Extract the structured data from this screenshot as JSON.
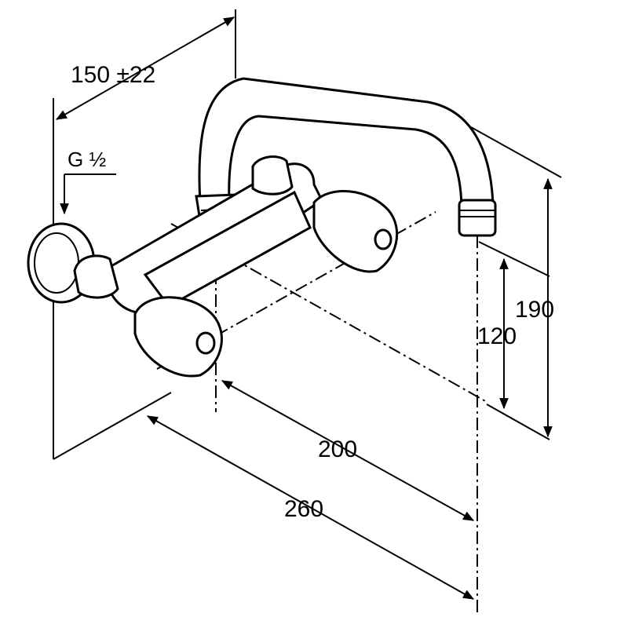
{
  "drawing": {
    "dimensions": {
      "projection": "150 ±22",
      "thread": "G ½",
      "spout_height_total": "190",
      "spout_height_outlet": "120",
      "spout_reach": "200",
      "overall_width": "260"
    }
  }
}
